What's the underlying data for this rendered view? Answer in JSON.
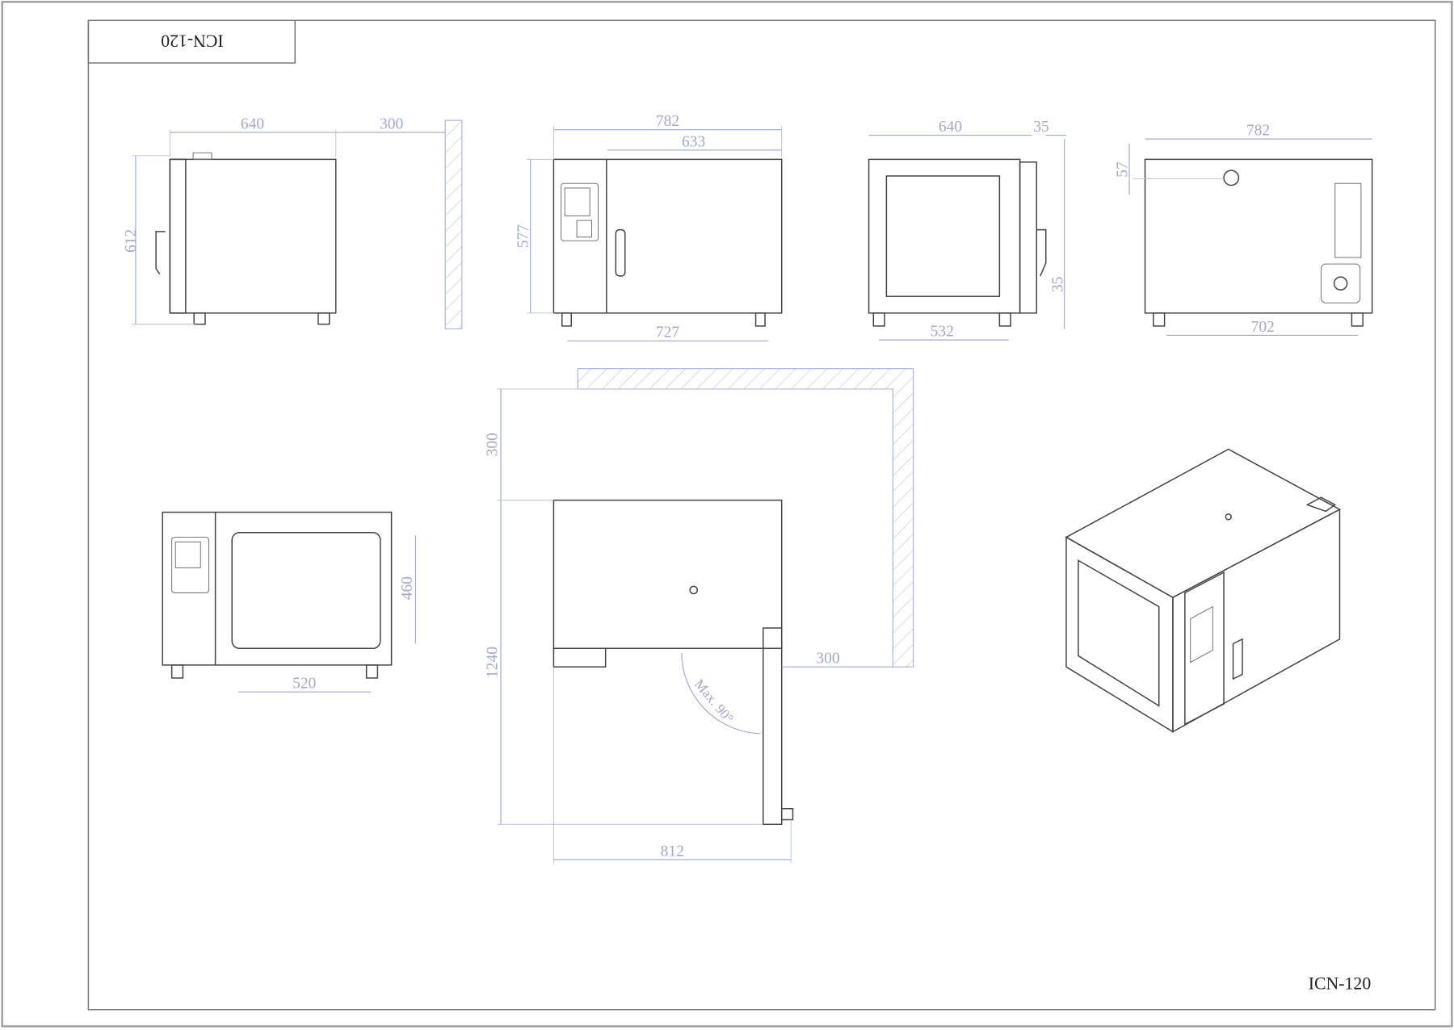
{
  "title_block": {
    "model": "ICN-120"
  },
  "footer_label": "ICN-120",
  "views": {
    "side_left": {
      "depth": "640",
      "wall_clearance": "300",
      "height": "612"
    },
    "front": {
      "width": "782",
      "door_width": "633",
      "height": "577",
      "feet_spacing": "727"
    },
    "side_right": {
      "depth": "640",
      "handle_offset": "35",
      "foot_height": "35",
      "feet_spacing": "532"
    },
    "back": {
      "width": "782",
      "outlet_offset": "57",
      "feet_spacing": "702"
    },
    "front_open": {
      "window_height": "460",
      "window_width": "520"
    },
    "plan": {
      "rear_clearance": "300",
      "side_clearance": "300",
      "total_depth": "1240",
      "total_width": "812",
      "door_angle": "Max. 90°"
    }
  },
  "colors": {
    "dimension": "#a3a9c9",
    "outline": "#444444"
  }
}
